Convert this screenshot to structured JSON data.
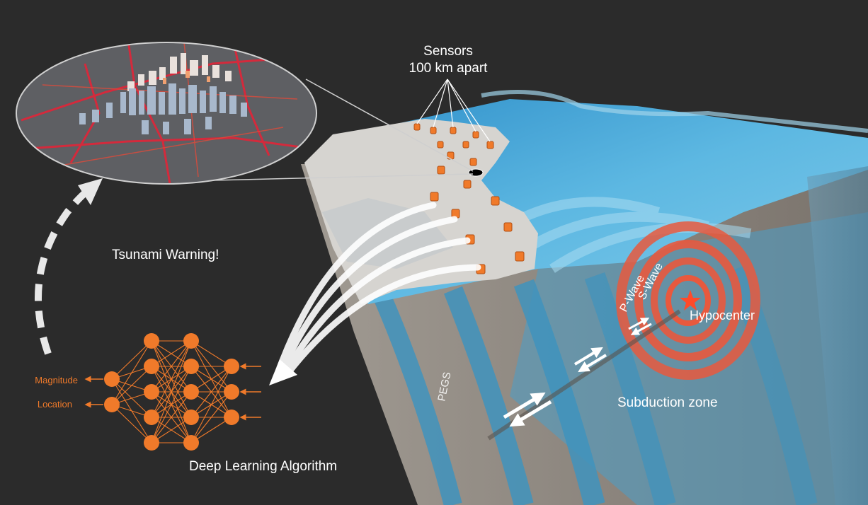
{
  "labels": {
    "sensors_line1": "Sensors",
    "sensors_line2": "100 km apart",
    "tsunami_warning": "Tsunami Warning!",
    "magnitude": "Magnitude",
    "location": "Location",
    "deep_learning": "Deep Learning Algorithm",
    "pegs": "PEGS",
    "p_wave": "P-Wave",
    "s_wave": "S-Wave",
    "hypocenter": "Hypocenter",
    "subduction_zone": "Subduction zone"
  },
  "colors": {
    "background": "#2b2b2b",
    "text": "#ffffff",
    "network": "#f07a2a",
    "ocean": "#4aa8d8",
    "wave_red": "#e8593e",
    "crust": "#8a8178",
    "land": "#d8d8d6",
    "city_roads": "#d42a3c"
  },
  "network": {
    "layers": [
      2,
      5,
      5,
      3
    ]
  }
}
